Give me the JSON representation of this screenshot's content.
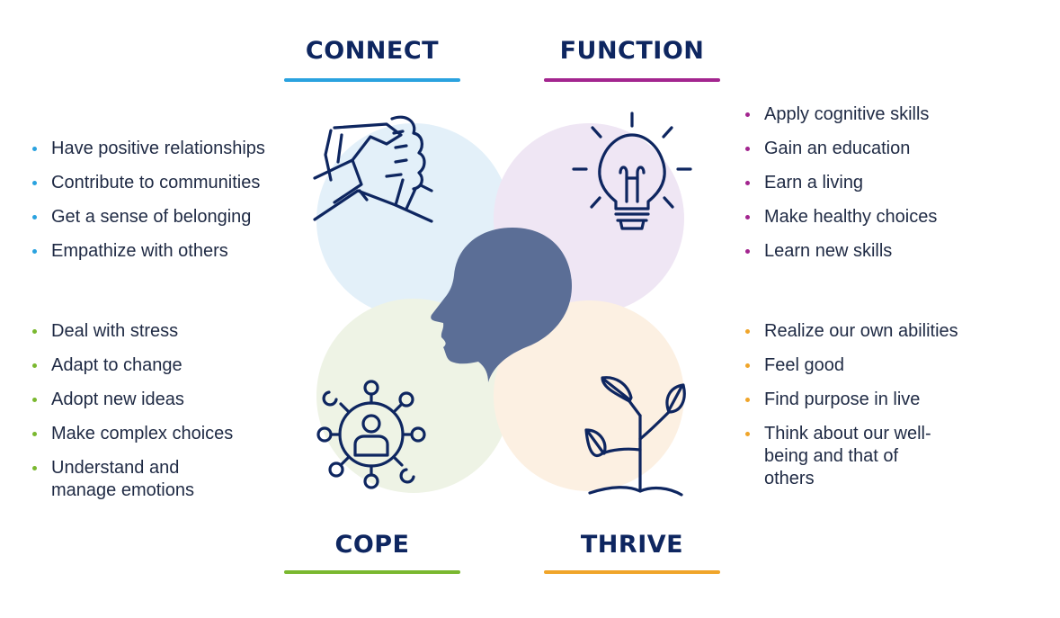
{
  "colors": {
    "navy": "#0e2660",
    "head": "#5b6e96",
    "connect_accent": "#2aa2df",
    "function_accent": "#a3258f",
    "cope_accent": "#7ab82f",
    "thrive_accent": "#f0a52a",
    "connect_circle": "#e3f0f9",
    "function_circle": "#efe6f4",
    "cope_circle": "#eef3e5",
    "thrive_circle": "#fcf0e2"
  },
  "icons": {
    "connect": "handshake-icon",
    "function": "lightbulb-icon",
    "cope": "network-person-icon",
    "thrive": "sprout-icon",
    "center": "human-head-silhouette-icon"
  },
  "quadrants": {
    "connect": {
      "title": "CONNECT",
      "items": [
        "Have positive relationships",
        "Contribute to communities",
        "Get a sense of belonging",
        "Empathize with others"
      ]
    },
    "function": {
      "title": "FUNCTION",
      "items": [
        "Apply cognitive skills",
        "Gain an education",
        "Earn a living",
        "Make healthy choices",
        "Learn new skills"
      ]
    },
    "cope": {
      "title": "COPE",
      "items": [
        "Deal with stress",
        "Adapt to change",
        "Adopt new ideas",
        "Make complex choices",
        "Understand and manage emotions"
      ]
    },
    "thrive": {
      "title": "THRIVE",
      "items": [
        "Realize our own abilities",
        "Feel good",
        "Find purpose in live",
        "Think about our well-being and that of others"
      ]
    }
  }
}
